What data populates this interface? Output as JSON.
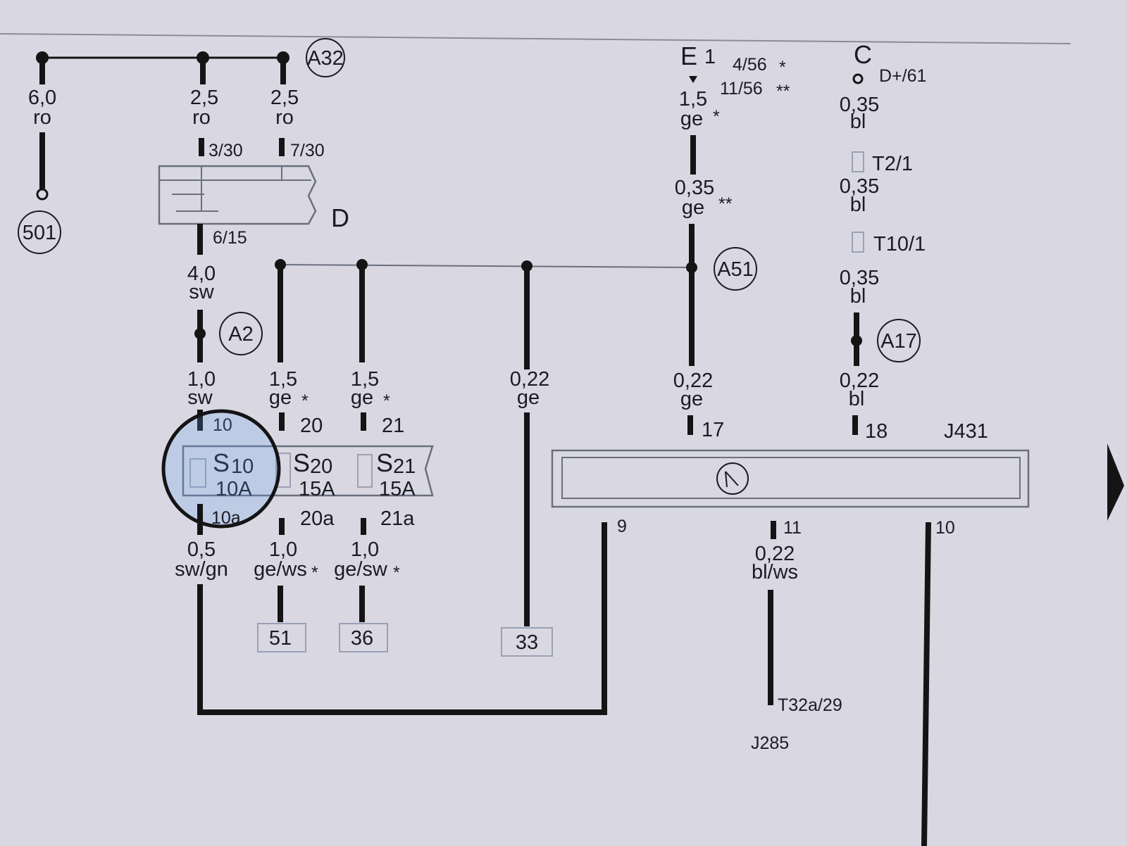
{
  "labels": {
    "ref_a32": "A32",
    "ref_501": "501",
    "ref_a2": "A2",
    "ref_a51": "A51",
    "ref_a17": "A17",
    "comp_d": "D",
    "comp_e1_letter": "E",
    "comp_e1_num": "1",
    "comp_c": "C",
    "e1_pin1": "4/56",
    "e1_pin2": "11/56",
    "c_pin": "D+/61",
    "w1_size": "6,0",
    "w1_color": "ro",
    "w2_size": "2,5",
    "w2_color": "ro",
    "w2_pin": "3/30",
    "w3_size": "2,5",
    "w3_color": "ro",
    "w3_pin": "7/30",
    "d_out_pin": "6/15",
    "d_out_size": "4,0",
    "d_out_color": "sw",
    "s10_in_size": "1,0",
    "s10_in_color": "sw",
    "s10_in_pin": "10",
    "s20_in_size": "1,5",
    "s20_in_color": "ge",
    "s20_in_pin": "20",
    "s21_in_size": "1,5",
    "s21_in_color": "ge",
    "s21_in_pin": "21",
    "w33_size": "0,22",
    "w33_color": "ge",
    "e1_w1_size": "1,5",
    "e1_w1_color": "ge",
    "e1_w2_size": "0,35",
    "e1_w2_color": "ge",
    "e1_w3_size": "0,22",
    "e1_w3_color": "ge",
    "e1_w3_pin": "17",
    "c_w1_size": "0,35",
    "c_w1_color": "bl",
    "c_t1": "T2/1",
    "c_w2_size": "0,35",
    "c_w2_color": "bl",
    "c_t2": "T10/1",
    "c_w3_size": "0,35",
    "c_w3_color": "bl",
    "c_w4_size": "0,22",
    "c_w4_color": "bl",
    "c_w4_pin": "18",
    "module_j431": "J431",
    "fuse_s10": "S",
    "fuse_s10_num": "10",
    "fuse_s10_amp": "10A",
    "fuse_s20": "S",
    "fuse_s20_num": "20",
    "fuse_s20_amp": "15A",
    "fuse_s21": "S",
    "fuse_s21_num": "21",
    "fuse_s21_amp": "15A",
    "s10_out_pin": "10a",
    "s20_out_pin": "20a",
    "s21_out_pin": "21a",
    "s10_out_size": "0,5",
    "s10_out_color": "sw/gn",
    "s20_out_size": "1,0",
    "s20_out_color": "ge/ws",
    "s21_out_size": "1,0",
    "s21_out_color": "ge/sw",
    "term_51": "51",
    "term_36": "36",
    "term_33": "33",
    "j431_pin9": "9",
    "j431_pin11": "11",
    "j431_pin10": "10",
    "j431_w11_size": "0,22",
    "j431_w11_color": "bl/ws",
    "t32_label": "T32a/29",
    "j285_label": "J285",
    "star": "*",
    "star2": "**"
  },
  "colors": {
    "background": "#d9d8e2",
    "wire": "#141414",
    "highlight": "#5aa0f0"
  }
}
